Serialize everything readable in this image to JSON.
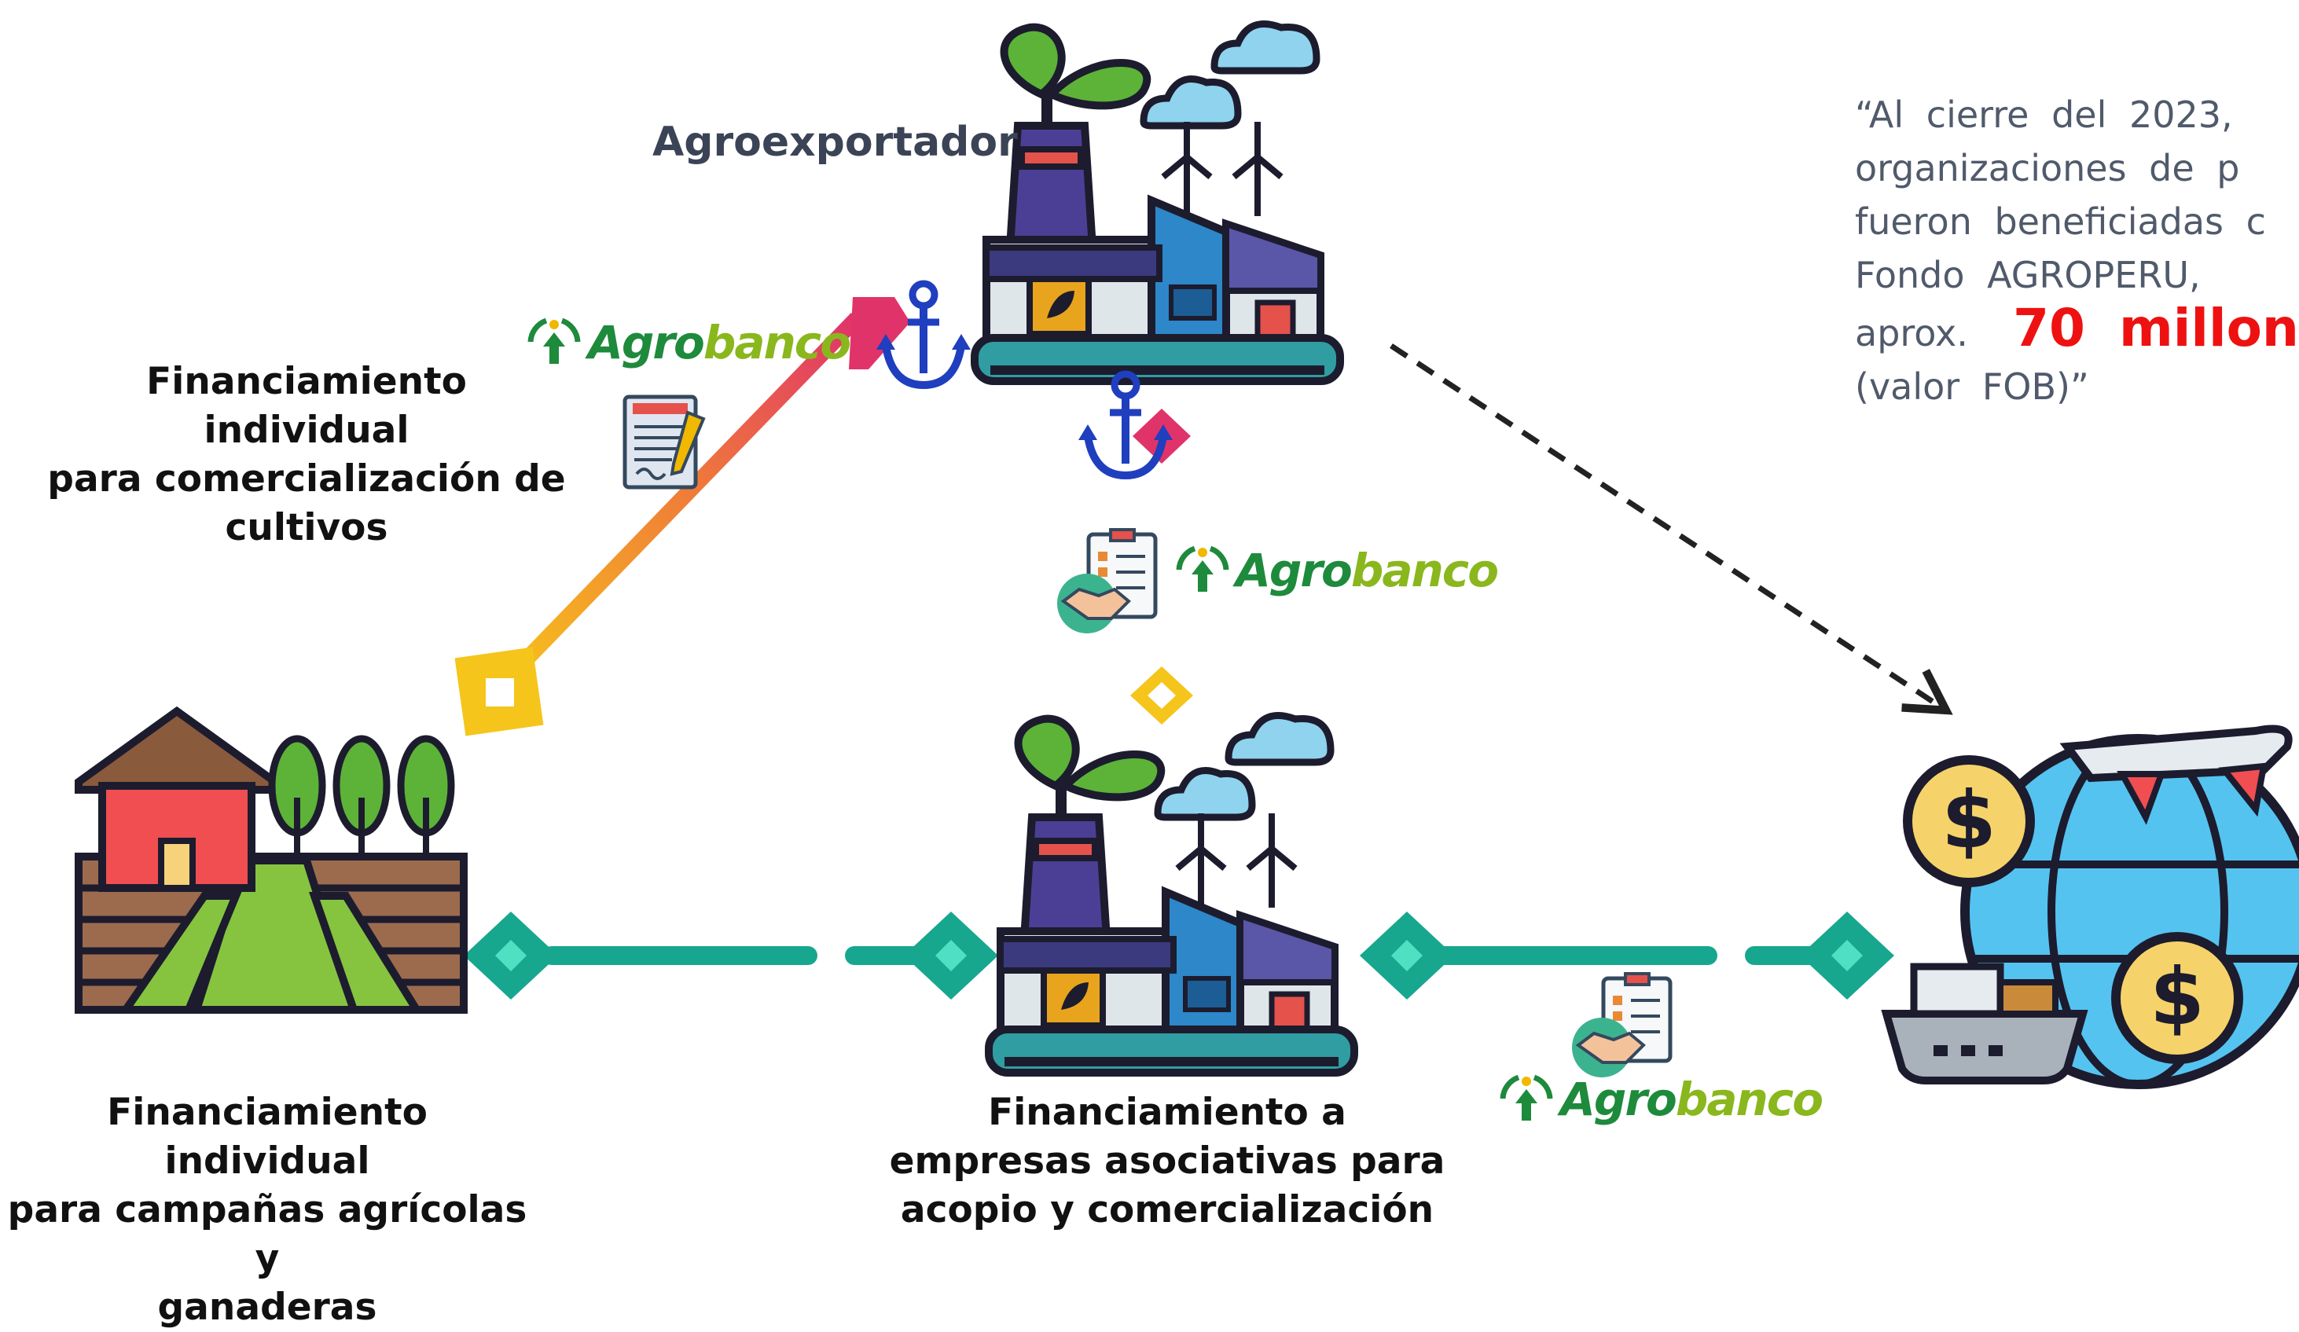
{
  "labels": {
    "agroexportador": "Agroexportador",
    "comercializacion": [
      "Financiamiento individual",
      "para comercialización de",
      "cultivos"
    ],
    "campanas": [
      "Financiamiento individual",
      "para campañas agrícolas y",
      "ganaderas"
    ],
    "asociativas": [
      "Financiamiento a",
      "empresas asociativas para",
      "acopio y comercialización"
    ]
  },
  "brand": {
    "part1": "Agro",
    "part2": "banco"
  },
  "quote": {
    "line1": "“Al cierre del 2023,",
    "line2": "organizaciones de p",
    "line3": "fueron beneficiadas c",
    "line4": "Fondo AGROPERU,",
    "line5_pre": "aprox.",
    "line5_highlight": "70 millon",
    "line6": "(valor FOB)”"
  },
  "colors": {
    "teal": "#17a78e",
    "gradient_top": "#e0336a",
    "gradient_mid": "#ef7a3a",
    "gradient_bottom": "#f7c51a",
    "highlight": "#ee1111",
    "brand_dark": "#1e8a3c",
    "brand_light": "#8ab71d"
  },
  "icons": [
    "factory-icon",
    "anchor-icon",
    "barn-field-icon",
    "contract-icon",
    "handshake-checklist-icon",
    "globe-trade-icon",
    "agrobanco-logo-icon"
  ]
}
